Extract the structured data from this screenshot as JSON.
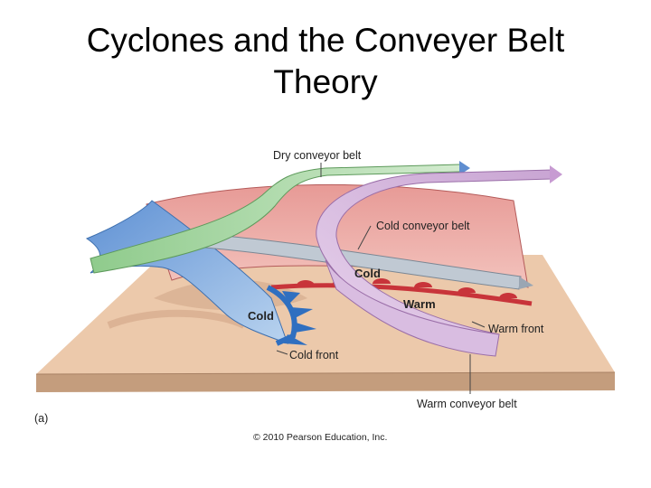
{
  "title": {
    "line1": "Cyclones and the Conveyer Belt",
    "line2": "Theory"
  },
  "labels": {
    "dry_belt": "Dry conveyor belt",
    "cold_belt": "Cold conveyor belt",
    "cold_upper": "Cold",
    "warm": "Warm",
    "warm_front": "Warm front",
    "cold_lower": "Cold",
    "cold_front": "Cold front",
    "warm_belt": "Warm conveyor belt",
    "panel": "(a)"
  },
  "copyright": "© 2010 Pearson Education, Inc.",
  "colors": {
    "ground": "#e8c6a8",
    "warm_surface": "#d9827e",
    "cold_surface": "#6f9fd8",
    "warm_front": "#c8343a",
    "cold_front": "#2f6fc0",
    "dry_belt": "#a9d7a3",
    "warm_belt": "#dcc3e3",
    "cold_belt": "#b8c3cf"
  }
}
